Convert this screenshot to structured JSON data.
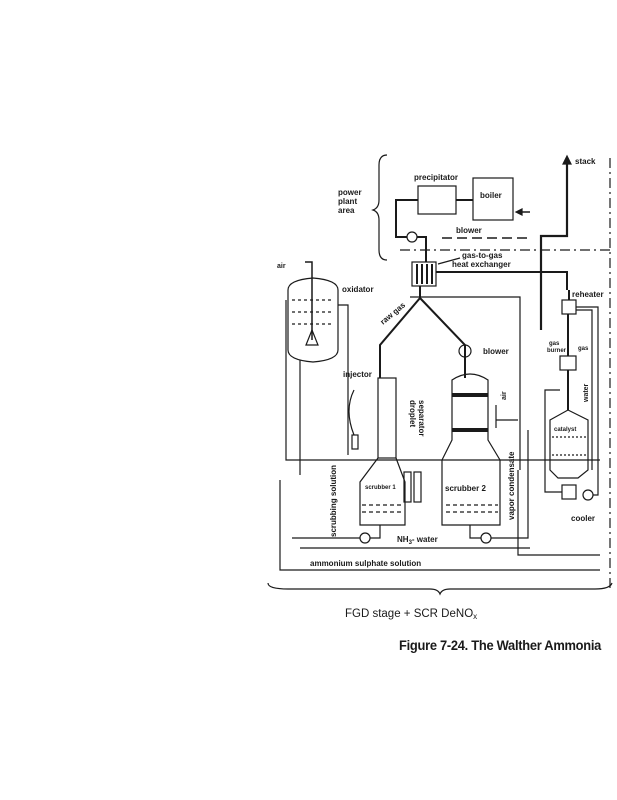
{
  "figure": {
    "labels": {
      "stack": "stack",
      "precipitator": "precipitator",
      "boiler": "boiler",
      "power_plant_area": [
        "power",
        "plant",
        "area"
      ],
      "blower_top": "blower",
      "air_left": "air",
      "oxidator": "oxidator",
      "gas_to_gas": "gas-to-gas",
      "heat_exchanger": "heat exchanger",
      "raw_gas": "raw gas",
      "reheater": "reheater",
      "gas_burner": [
        "gas",
        "burner"
      ],
      "gas": "gas",
      "blower_mid": "blower",
      "injector": "injector",
      "droplet_separator": [
        "droplet",
        "separator"
      ],
      "air_mid": "air",
      "water": "water",
      "catalyst": "catalyst",
      "scrubber1": "scrubber 1",
      "scrubber2": "scrubber 2",
      "scrubbing_solution": "scrubbing solution",
      "vapor_condensate": "vapor condensate",
      "cooler": "cooler",
      "nh3_water_main": "NH",
      "nh3_water_sub": "3",
      "nh3_water_rest": "- water",
      "ammonium_sulphate": "ammonium sulphate solution"
    },
    "subcaption_main": "FGD  stage + SCR  DeNO",
    "subcaption_sub": "x",
    "caption": "Figure 7-24. The Walther Ammonia"
  }
}
